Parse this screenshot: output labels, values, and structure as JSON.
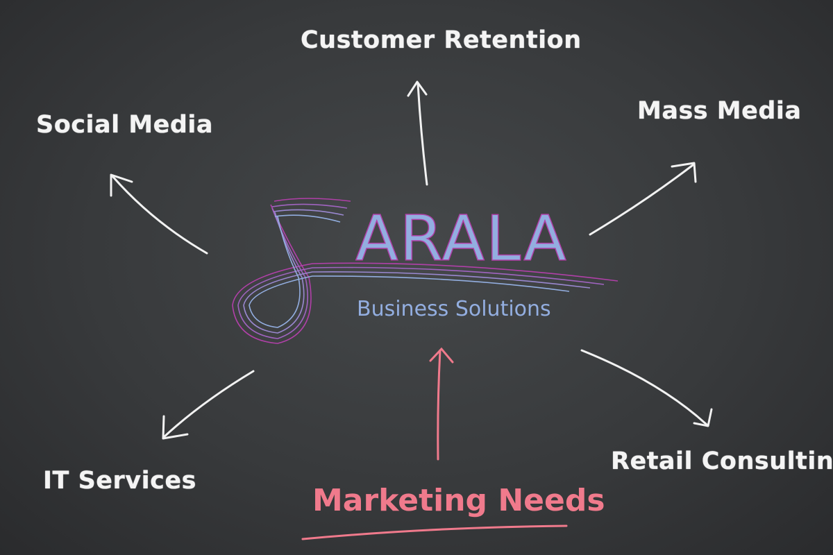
{
  "diagram": {
    "center": {
      "logo_title": "ARALA",
      "logo_initial": "S",
      "logo_subtitle": "Business Solutions"
    },
    "root": {
      "label": "Marketing Needs",
      "color": "#f07a8c"
    },
    "branches": [
      {
        "label": "Customer Retention"
      },
      {
        "label": "Mass Media"
      },
      {
        "label": "Social Media"
      },
      {
        "label": "IT Services"
      },
      {
        "label": "Retail Consulting"
      }
    ],
    "colors": {
      "chalk": "#f4f4f4",
      "logo_blue": "#93aee0",
      "logo_magenta": "#b040a8",
      "board": "#383a3c"
    }
  }
}
